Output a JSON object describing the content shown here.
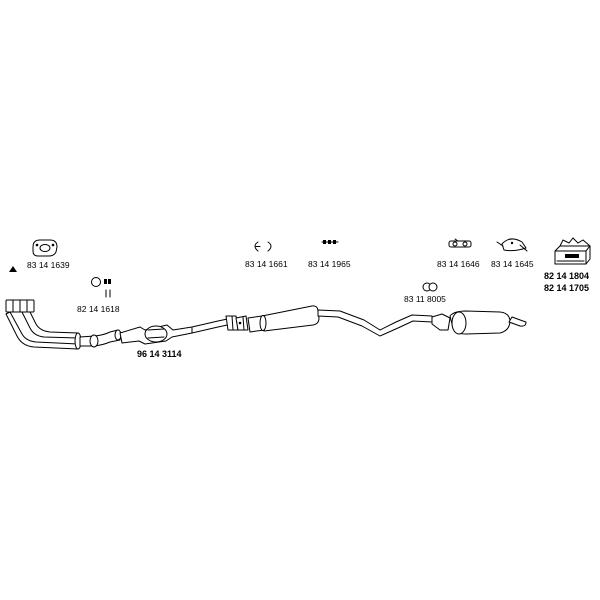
{
  "parts": {
    "gasket_front": "83 14 1639",
    "clamp_small": "83 14 1661",
    "bolts": "83 14 1965",
    "bracket": "83 14 1646",
    "clamp_strap": "83 14 1645",
    "mount_kit_1": "82 14 1804",
    "mount_kit_2": "82 14 1705",
    "seal_ring": "82 14 1618",
    "catalytic_converter": "96 14 3114",
    "rubber_ring": "83 11 8005"
  },
  "colors": {
    "line": "#000000",
    "background": "#ffffff"
  },
  "icons": {
    "warning": "triangle-icon",
    "gasket": "gasket-icon",
    "clamp": "clamp-icon",
    "bolts": "bolts-icon",
    "bracket": "bracket-icon",
    "strap": "strap-clamp-icon",
    "kit": "mounting-kit-box-icon",
    "ring": "seal-ring-icon",
    "rubber": "rubber-ring-icon"
  }
}
